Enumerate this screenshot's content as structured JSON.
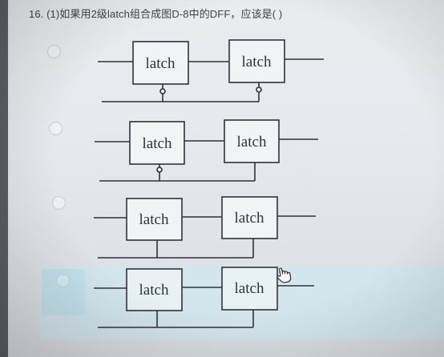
{
  "question": {
    "text": "16. (1)如果用2级latch组合成图D-8中的DFF，应该是(   )"
  },
  "options": [
    {
      "id": "A",
      "latches": [
        "latch",
        "latch"
      ]
    },
    {
      "id": "B",
      "latches": [
        "latch",
        "latch"
      ]
    },
    {
      "id": "C",
      "latches": [
        "latch",
        "latch"
      ]
    },
    {
      "id": "D",
      "latches": [
        "latch",
        "latch"
      ]
    }
  ],
  "cursor": {
    "icon": "hand-pointer-icon"
  },
  "colors": {
    "panel": "#e6e9ed",
    "highlight": "#cfe7ef",
    "line": "#2f3337"
  }
}
